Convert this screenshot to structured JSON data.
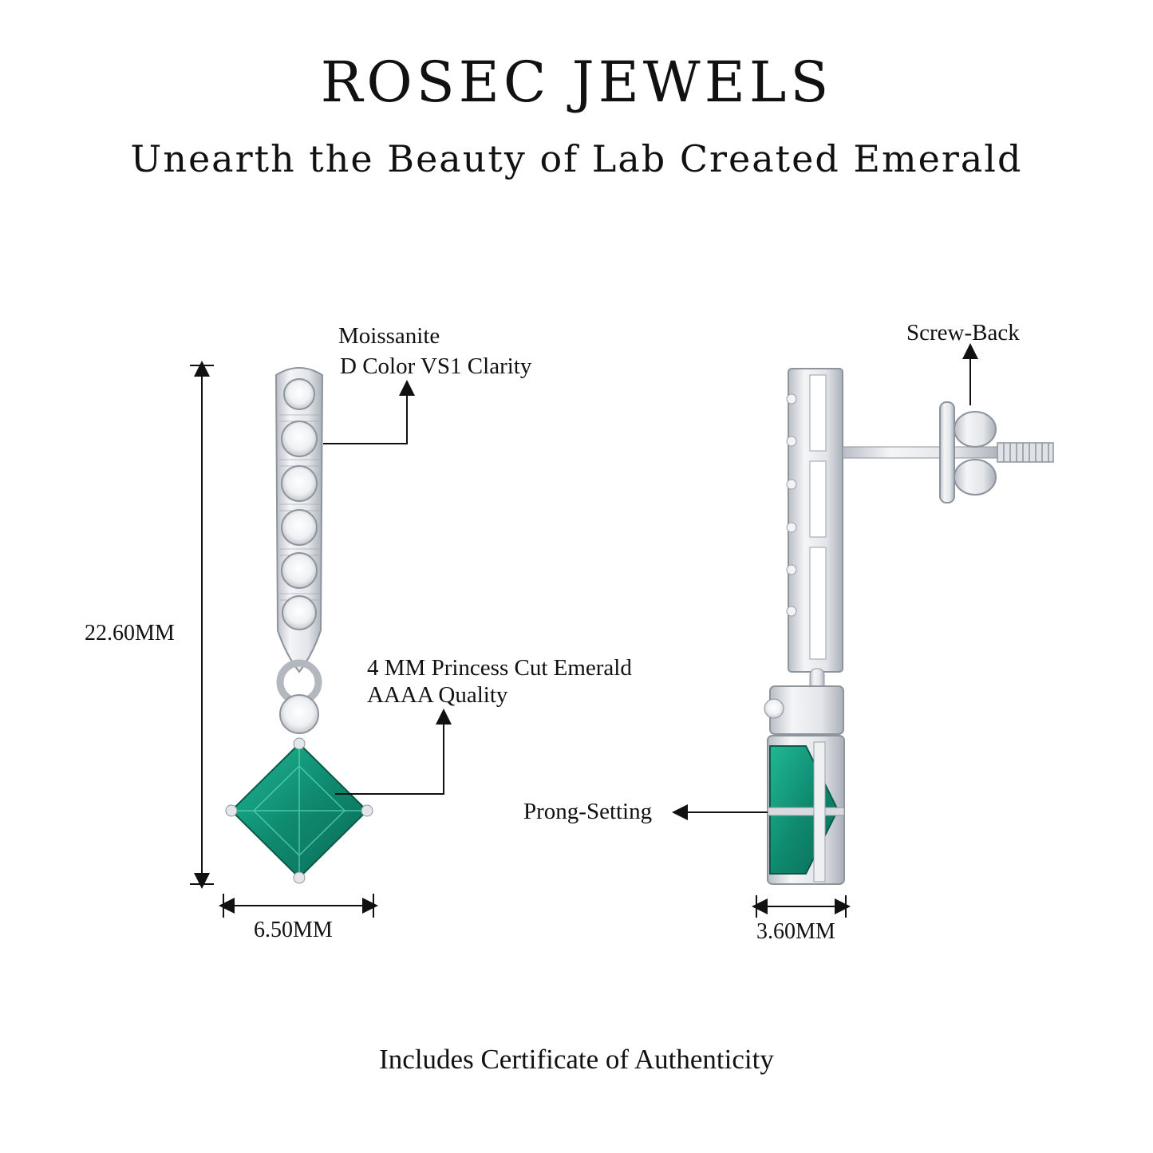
{
  "header": {
    "brand": "ROSEC JEWELS",
    "tagline": "Unearth the Beauty of Lab Created Emerald"
  },
  "front_view": {
    "moissanite_label_line1": "Moissanite",
    "moissanite_label_line2": "D Color VS1 Clarity",
    "emerald_label_line1": "4 MM Princess Cut Emerald",
    "emerald_label_line2": "AAAA Quality",
    "height_dimension": "22.60MM",
    "width_dimension": "6.50MM"
  },
  "side_view": {
    "screw_back_label": "Screw-Back",
    "prong_setting_label": "Prong-Setting",
    "width_dimension": "3.60MM"
  },
  "footer": {
    "certificate_note": "Includes Certificate of Authenticity"
  },
  "colors": {
    "emerald": "#11977a",
    "metal": "#e3e6ea",
    "text": "#111111"
  }
}
